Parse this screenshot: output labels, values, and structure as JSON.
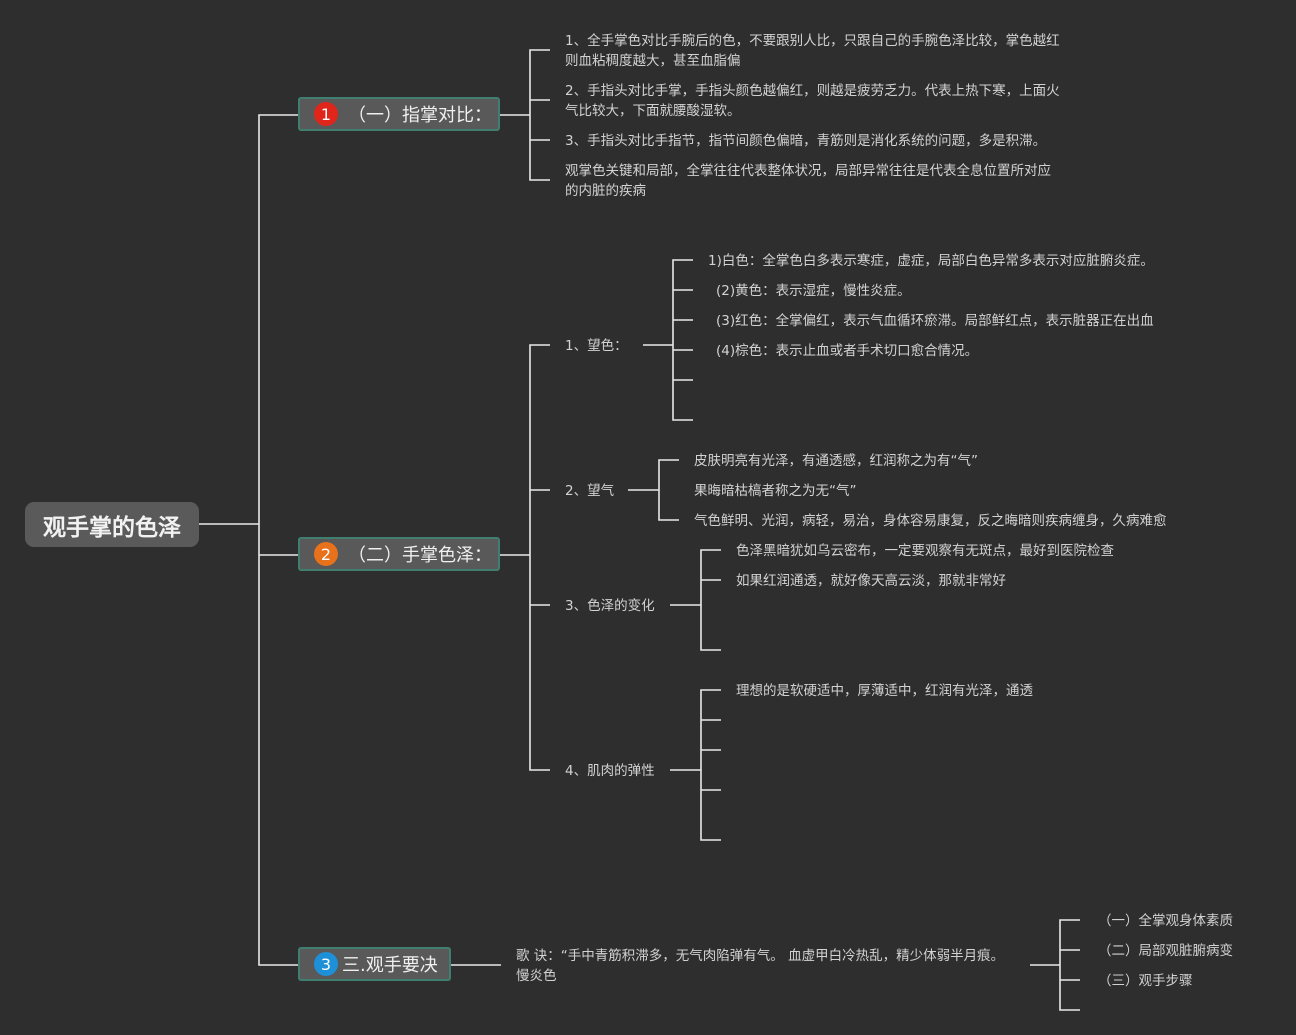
{
  "root": {
    "title": "观手掌的色泽"
  },
  "branches": [
    {
      "badge": "1",
      "badge_color": "#e0261b",
      "label": "（一）指掌对比：",
      "items": [
        "1、全手掌色对比手腕后的色，不要跟别人比，只跟自己的手腕色泽比较，掌色越红则血粘稠度越大，甚至血脂偏",
        "2、手指头对比手掌，手指头颜色越偏红，则越是疲劳乏力。代表上热下寒，上面火气比较大，下面就腰酸湿软。",
        "3、手指头对比手指节，指节间颜色偏暗，青筋则是消化系统的问题，多是积滞。",
        "观掌色关键和局部，全掌往往代表整体状况，局部异常往往是代表全息位置所对应的内脏的疾病"
      ]
    },
    {
      "badge": "2",
      "badge_color": "#e8711c",
      "label": "（二）手掌色泽：",
      "groups": [
        {
          "label": "1、望色：",
          "items": [
            "1)白色：全掌色白多表示寒症，虚症，局部白色异常多表示对应脏腑炎症。",
            "(2)黄色：表示湿症，慢性炎症。",
            "(3)红色：全掌偏红，表示气血循环瘀滞。局部鲜红点，表示脏器正在出血",
            "(4)棕色：表示止血或者手术切口愈合情况。"
          ]
        },
        {
          "label": "2、望气",
          "items": [
            "皮肤明亮有光泽，有通透感，红润称之为有“气”",
            "果晦暗枯槁者称之为无“气”",
            "气色鲜明、光润，病轻，易治，身体容易康复，反之晦暗则疾病缠身，久病难愈"
          ]
        },
        {
          "label": "3、色泽的变化",
          "items": [
            "色泽黑暗犹如乌云密布，一定要观察有无斑点，最好到医院检查",
            "如果红润通透，就好像天高云淡，那就非常好"
          ]
        },
        {
          "label": "4、肌肉的弹性",
          "items": [
            "理想的是软硬适中，厚薄适中，红润有光泽，通透"
          ]
        }
      ]
    },
    {
      "badge": "3",
      "badge_color": "#1e90d8",
      "label": "三.观手要决",
      "verse": "歌 诀：“手中青筋积滞多，无气肉陷弹有气。 血虚甲白冷热乱，精少体弱半月痕。 慢炎色",
      "items": [
        "（一）全掌观身体素质",
        "（二）局部观脏腑病变",
        "（三）观手步骤"
      ]
    }
  ]
}
